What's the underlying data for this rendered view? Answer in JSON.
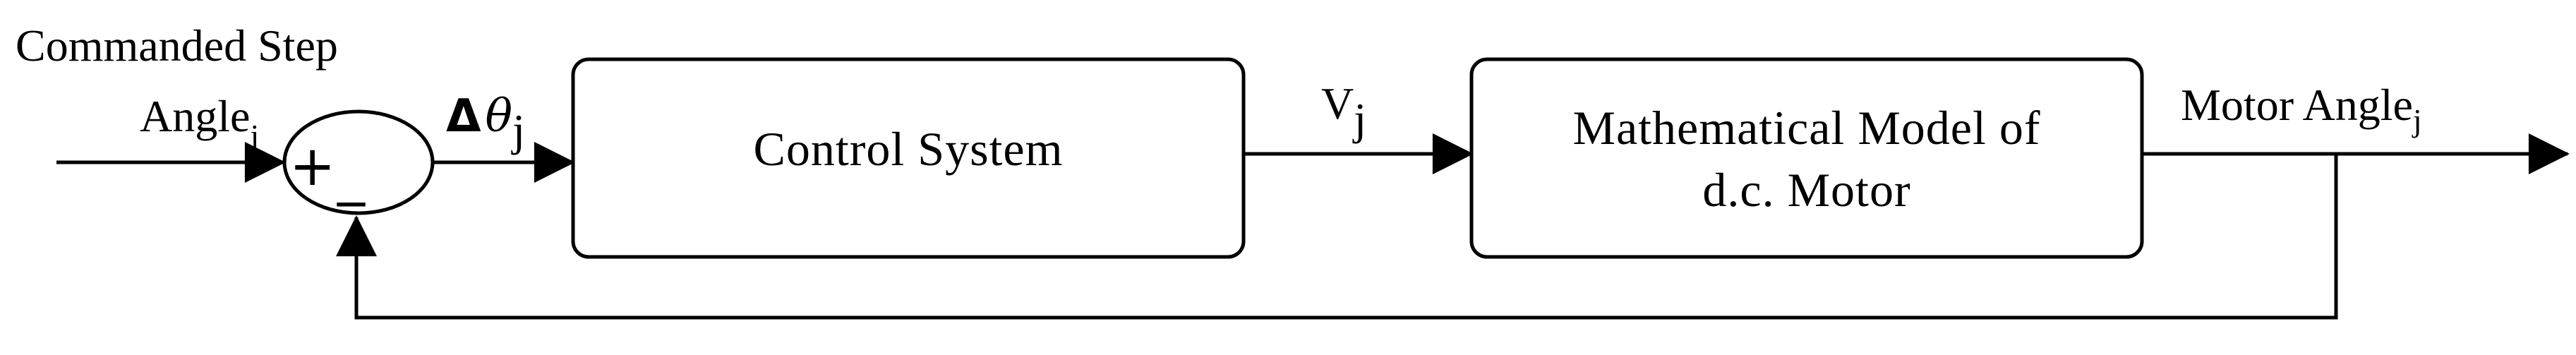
{
  "input_label_line1": "Commanded Step",
  "input_label_line2": "Angle",
  "input_label_sub": "j",
  "summing_plus": "+",
  "summing_minus": "_",
  "error_delta": "Δ",
  "error_theta": "θ",
  "error_sub": "j",
  "control_block_label": "Control System",
  "voltage_label": "V",
  "voltage_sub": "j",
  "motor_block_line1": "Mathematical Model of",
  "motor_block_line2": "d.c. Motor",
  "output_label": "Motor Angle",
  "output_sub": "j"
}
